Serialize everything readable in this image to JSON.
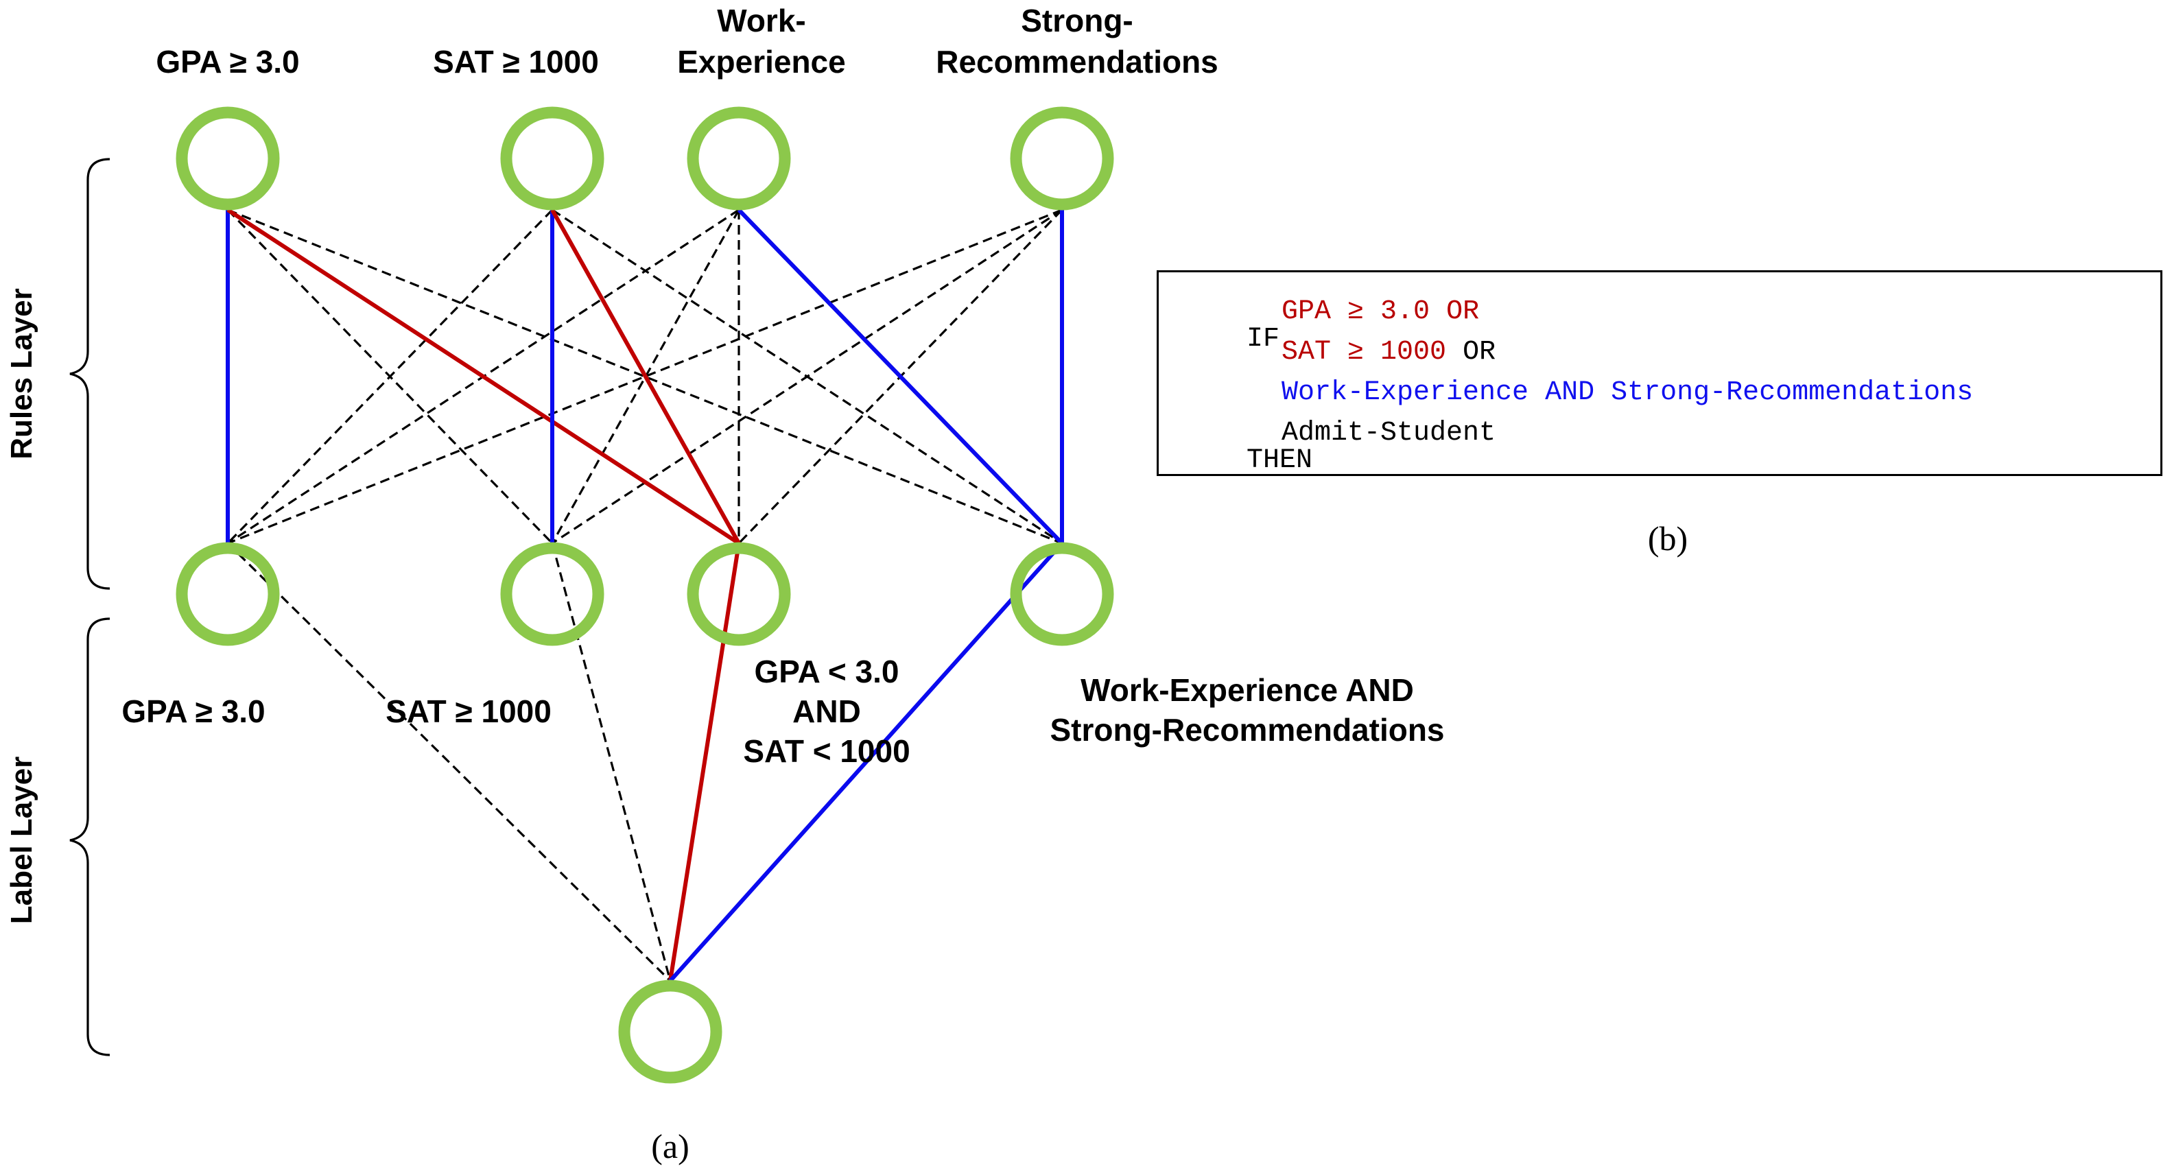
{
  "colors": {
    "node": "#8cc84b",
    "red": "#c00000",
    "blue": "#0a0aee",
    "dashed": "#000000"
  },
  "top_labels": {
    "n1": [
      "GPA ≥ 3.0"
    ],
    "n2": [
      "SAT ≥ 1000"
    ],
    "n3": [
      "Work-",
      "Experience"
    ],
    "n4": [
      "Strong-",
      "Recommendations"
    ]
  },
  "mid_labels": {
    "n1": [
      "GPA ≥ 3.0"
    ],
    "n2": [
      "SAT ≥ 1000"
    ],
    "n3": [
      "GPA < 3.0",
      "AND",
      "SAT < 1000"
    ],
    "n4": [
      "Work-Experience AND",
      "Strong-Recommendations"
    ]
  },
  "layers": {
    "rules": "Rules Layer",
    "label": "Label Layer"
  },
  "captions": {
    "a": "(a)",
    "b": "(b)"
  },
  "rule": {
    "if_kw": "IF",
    "cond1": "GPA ≥ 3.0",
    "or1": "OR",
    "cond2": "SAT ≥ 1000",
    "or2": "OR",
    "cond3": "Work-Experience AND Strong-Recommendations",
    "then_kw": "THEN",
    "conclusion": "Admit-Student"
  }
}
